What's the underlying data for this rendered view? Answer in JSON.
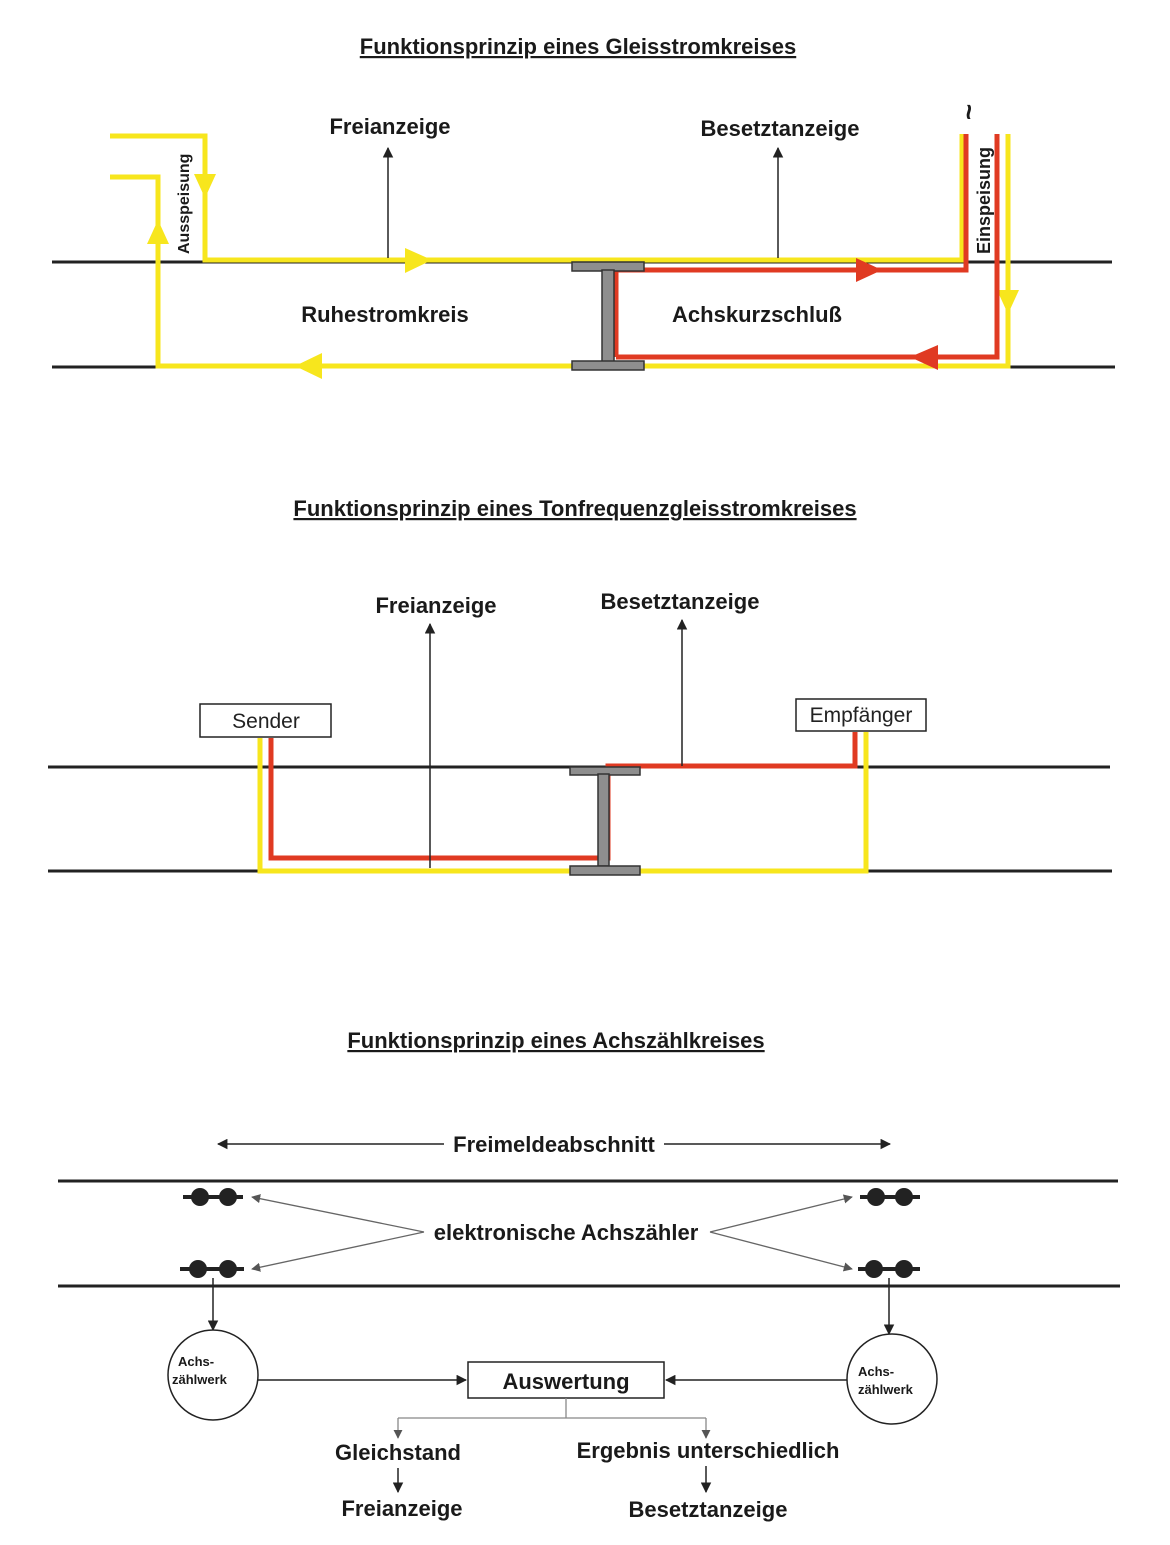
{
  "diagram1": {
    "title": "Funktionsprinzip eines Gleisstromkreises",
    "freianzeige": "Freianzeige",
    "besetztanzeige": "Besetztanzeige",
    "ausspeisung": "Ausspeisung",
    "einspeisung": "Einspeisung",
    "ac_symbol": "~",
    "ruhestromkreis": "Ruhestromkreis",
    "achskurzschluss": "Achskurzschluß"
  },
  "diagram2": {
    "title": "Funktionsprinzip eines Tonfrequenzgleisstromkreises",
    "freianzeige": "Freianzeige",
    "besetztanzeige": "Besetztanzeige",
    "sender": "Sender",
    "empfaenger": "Empfänger"
  },
  "diagram3": {
    "title": "Funktionsprinzip eines Achszählkreises",
    "freimeldeabschnitt": "Freimeldeabschnitt",
    "achszaehler": "elektronische Achszähler",
    "achszaehlwerk_line1": "Achs-",
    "achszaehlwerk_line2": "zählwerk",
    "auswertung": "Auswertung",
    "gleichstand": "Gleichstand",
    "ergebnis": "Ergebnis unterschiedlich",
    "freianzeige": "Freianzeige",
    "besetztanzeige": "Besetztanzeige"
  },
  "colors": {
    "yellow": "#f7e61d",
    "red": "#e03a22",
    "rail": "#222222",
    "axle": "#8e8e8e"
  }
}
